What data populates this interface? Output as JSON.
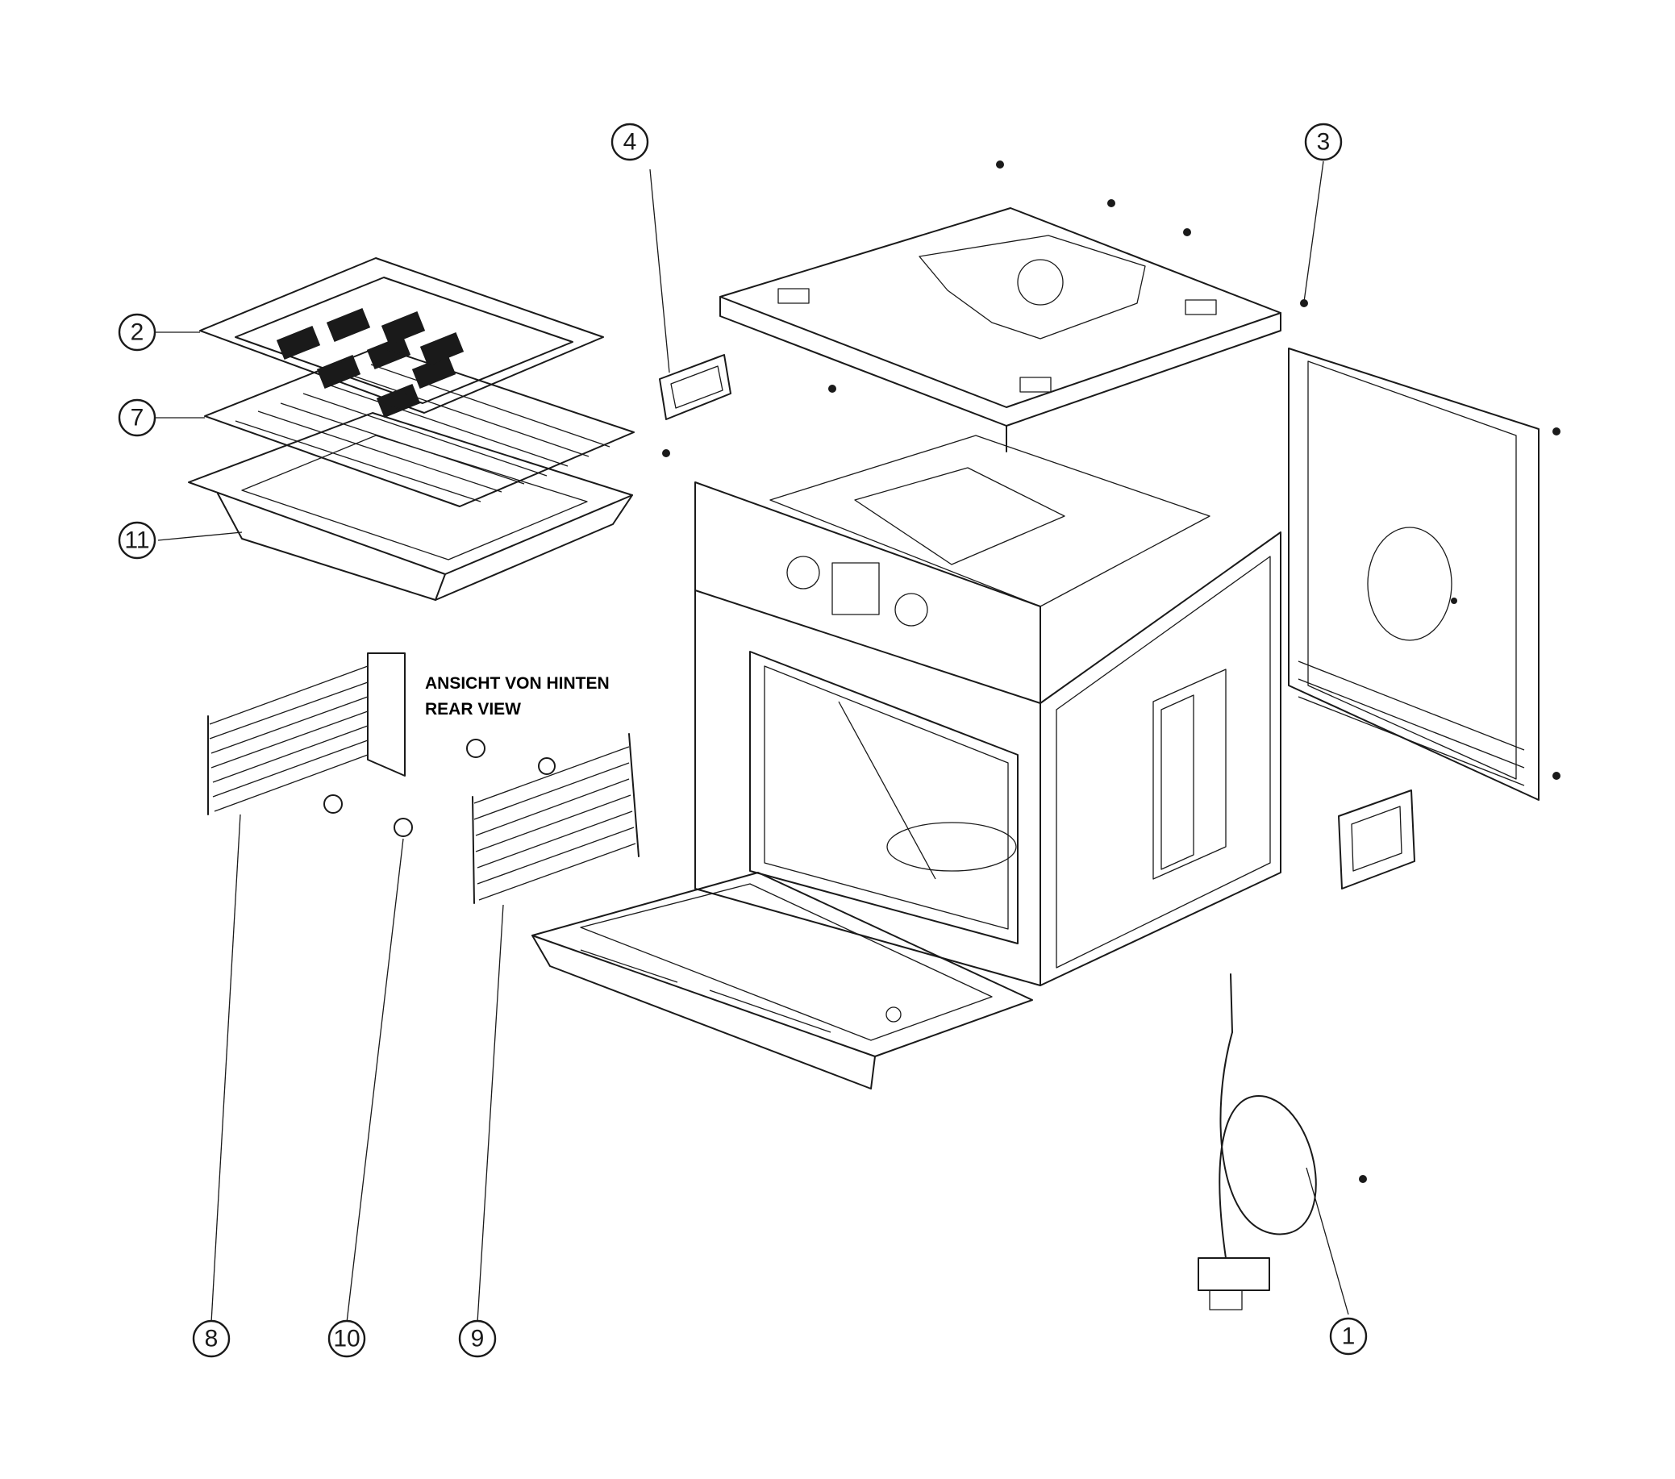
{
  "note": {
    "line1": "ANSICHT VON HINTEN",
    "line2": "REAR VIEW"
  },
  "callouts": [
    {
      "id": "1",
      "label": "1"
    },
    {
      "id": "2",
      "label": "2"
    },
    {
      "id": "3",
      "label": "3"
    },
    {
      "id": "4",
      "label": "4"
    },
    {
      "id": "7",
      "label": "7"
    },
    {
      "id": "8",
      "label": "8"
    },
    {
      "id": "9",
      "label": "9"
    },
    {
      "id": "10",
      "label": "10"
    },
    {
      "id": "11",
      "label": "11"
    }
  ]
}
